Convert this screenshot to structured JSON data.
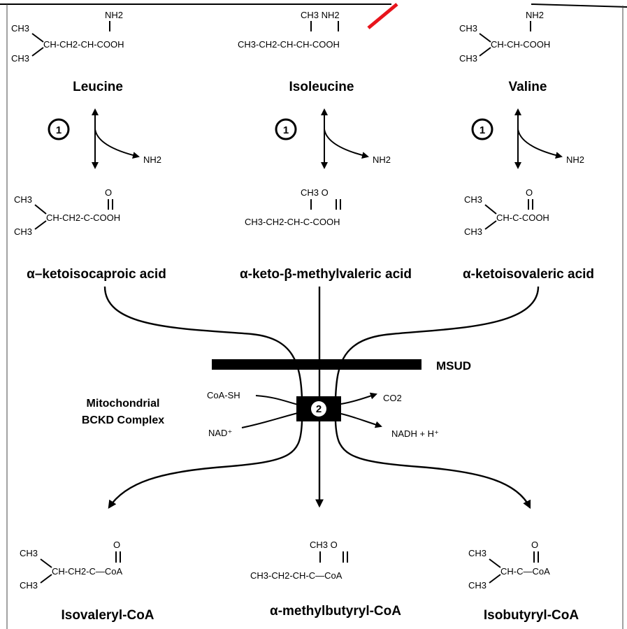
{
  "amino_acids": [
    {
      "name": "Leucine",
      "substituent": "NH2",
      "formula": "CH-CH2-CH-COOH",
      "branch_top": "CH3",
      "branch_bottom": "CH3"
    },
    {
      "name": "Isoleucine",
      "substituent": "CH3  NH2",
      "formula": "CH3-CH2-CH-CH-COOH"
    },
    {
      "name": "Valine",
      "substituent": "NH2",
      "formula": "CH-CH-COOH",
      "branch_top": "CH3",
      "branch_bottom": "CH3"
    }
  ],
  "step1": {
    "number": "1",
    "released": "NH2"
  },
  "keto_acids": [
    {
      "name": "α–ketoisocaproic acid",
      "substituent": "O",
      "formula": "CH-CH2-C-COOH",
      "branch_top": "CH3",
      "branch_bottom": "CH3"
    },
    {
      "name": "α-keto-β-methylvaleric acid",
      "substituent": "CH3  O",
      "formula": "CH3-CH2-CH-C-COOH"
    },
    {
      "name": "α-ketoisovaleric acid",
      "substituent": "O",
      "formula": "CH-C-COOH",
      "branch_top": "CH3",
      "branch_bottom": "CH3"
    }
  ],
  "complex": {
    "label_line1": "Mitochondrial",
    "label_line2": "BCKD Complex",
    "number": "2",
    "block_label": "MSUD",
    "in_top": "CoA-SH",
    "in_bottom": "NAD⁺",
    "out_top": "CO2",
    "out_bottom": "NADH + H⁺"
  },
  "products": [
    {
      "name": "Isovaleryl-CoA",
      "substituent": "O",
      "formula": "CH-CH2-C—CoA",
      "branch_top": "CH3",
      "branch_bottom": "CH3"
    },
    {
      "name": "α-methylbutyryl-CoA",
      "substituent": "CH3  O",
      "formula": "CH3-CH2-CH-C—CoA"
    },
    {
      "name": "Isobutyryl-CoA",
      "substituent": "O",
      "formula": "CH-C—CoA",
      "branch_top": "CH3",
      "branch_bottom": "CH3"
    }
  ],
  "colors": {
    "ink": "#000000",
    "annotation": "#e8141c",
    "background": "#ffffff"
  }
}
